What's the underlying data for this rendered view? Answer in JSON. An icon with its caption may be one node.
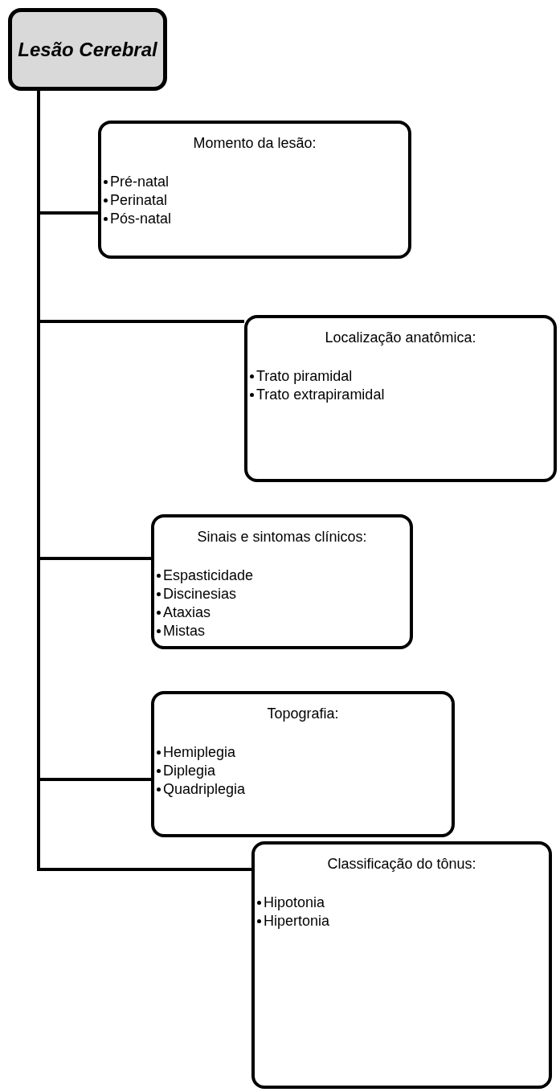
{
  "diagram": {
    "nodes": [
      {
        "text": [
          "Lesão Cerebral"
        ]
      },
      {
        "text": [
          "Momento da lesão:",
          "Pré-natal",
          "Perinatal",
          "Pós-natal"
        ]
      },
      {
        "text": [
          "Localização anatômica:",
          "Trato piramidal",
          "Trato extrapiramidal"
        ]
      },
      {
        "text": [
          "Sinais e sintomas clínicos:",
          "Espasticidade",
          "Discinesias",
          "Ataxias",
          "Mistas"
        ]
      },
      {
        "text": [
          "Topografia:",
          "Hemiplegia",
          "Diplegia",
          "Quadriplegia"
        ]
      },
      {
        "text": [
          "Classificação do tônus:",
          "Hipotonia",
          "Hipertonia"
        ]
      }
    ],
    "edges": [
      {
        "from": 0,
        "to": 1,
        "arrow": "none"
      },
      {
        "from": 0,
        "to": 2,
        "arrow": "none"
      },
      {
        "from": 0,
        "to": 3,
        "arrow": "none"
      },
      {
        "from": 0,
        "to": 4,
        "arrow": "none"
      },
      {
        "from": 0,
        "to": 5,
        "arrow": "none"
      }
    ]
  }
}
